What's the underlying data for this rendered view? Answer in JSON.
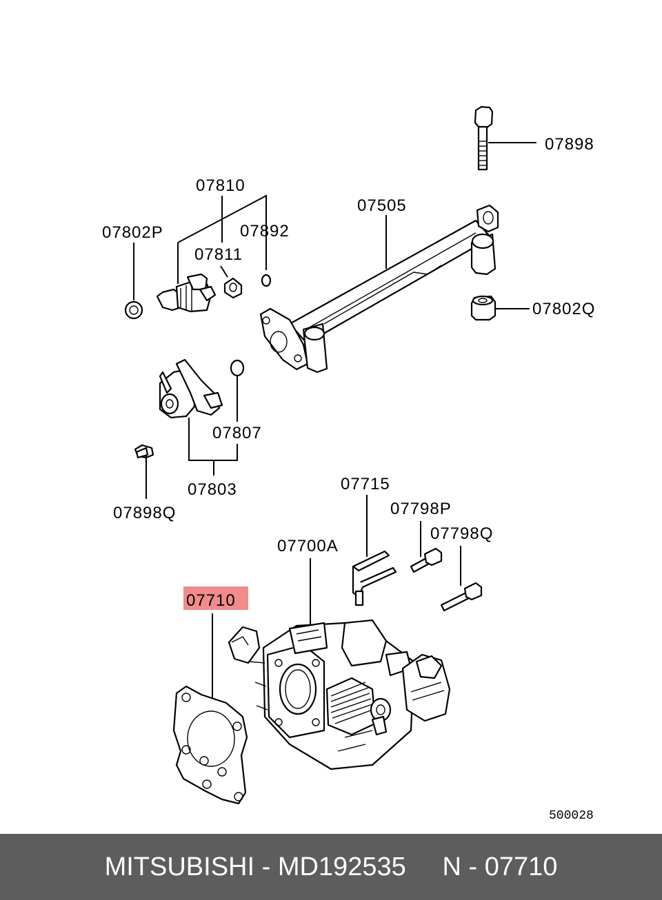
{
  "diagram": {
    "labels": {
      "p07898": "07898",
      "p07810": "07810",
      "p07505": "07505",
      "p07802P": "07802P",
      "p07892": "07892",
      "p07811": "07811",
      "p07802Q": "07802Q",
      "p07807": "07807",
      "p07803": "07803",
      "p07898Q": "07898Q",
      "p07715": "07715",
      "p07798P": "07798P",
      "p07798Q": "07798Q",
      "p07700A": "07700A",
      "p07710": "07710"
    },
    "highlighted_part": "07710",
    "highlight_color": "#f28b8b",
    "diagram_number": "500028"
  },
  "footer": {
    "text": "MITSUBISHI - MD192535     N - 07710",
    "background": "#5d5d5d"
  }
}
